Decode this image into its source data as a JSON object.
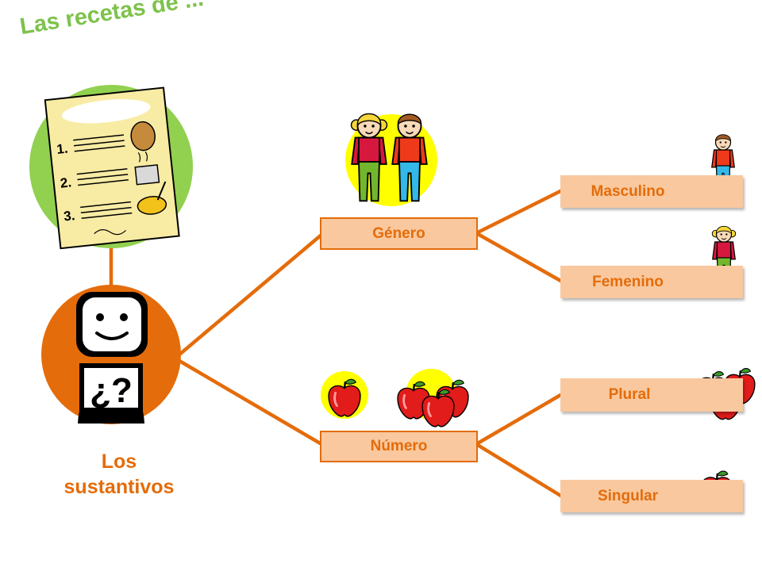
{
  "header": {
    "title": "Las recetas de ..."
  },
  "main_topic": {
    "line1": "Los",
    "line2": "sustantivos"
  },
  "nodes": {
    "genero": {
      "label": "Género"
    },
    "numero": {
      "label": "Número"
    },
    "masculino": {
      "label": "Masculino"
    },
    "femenino": {
      "label": "Femenino"
    },
    "plural": {
      "label": "Plural"
    },
    "singular": {
      "label": "Singular"
    }
  },
  "recipe_card": {
    "steps": [
      "1.",
      "2.",
      "3."
    ]
  },
  "colors": {
    "accent_orange": "#E46C0A",
    "box_fill": "#F9C89E",
    "box_text": "#E46C0A",
    "title_green": "#7DC24B",
    "circle_green": "#92D050",
    "highlight_yellow": "#FFFF00",
    "apple_red": "#E21B1B"
  },
  "icons": [
    "recipe-card-icon",
    "person-question-icon",
    "boy-girl-icon",
    "boy-icon",
    "girl-icon",
    "apple-icon",
    "apples-group-icon"
  ]
}
